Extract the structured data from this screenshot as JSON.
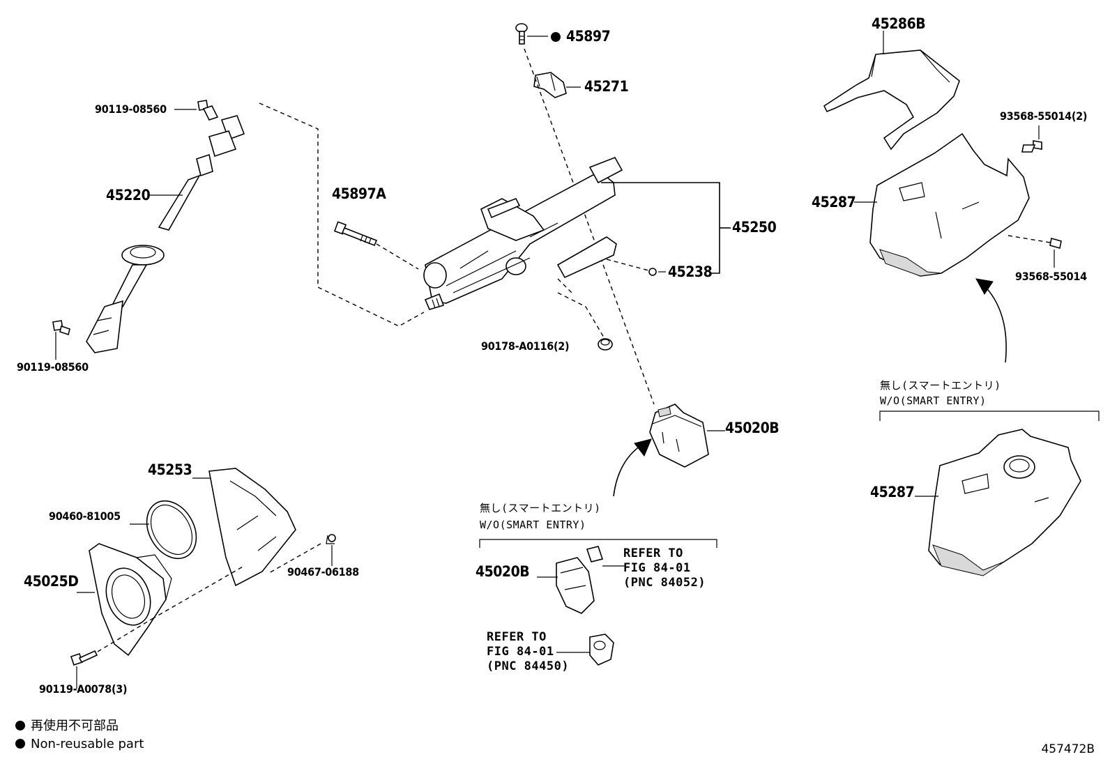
{
  "labels": {
    "p45897": "45897",
    "p45271": "45271",
    "p45286B": "45286B",
    "p93568_55014_2": "93568-55014(2)",
    "p45287_top": "45287",
    "p93568_55014": "93568-55014",
    "p90119_08560_top": "90119-08560",
    "p45220": "45220",
    "p90119_08560_bottom": "90119-08560",
    "p45897A": "45897A",
    "p45250": "45250",
    "p45238": "45238",
    "p90178_A0116_2": "90178-A0116(2)",
    "p45020B_top": "45020B",
    "p45253": "45253",
    "p90460_81005": "90460-81005",
    "p45025D": "45025D",
    "p90467_06188": "90467-06188",
    "p90119_A0078_3": "90119-A0078(3)",
    "p45020B_bottom": "45020B",
    "p45287_bottom": "45287"
  },
  "refs": {
    "ref1_line1": "REFER TO",
    "ref1_line2": "FIG 84-01",
    "ref1_line3": "(PNC 84052)",
    "ref2_line1": "REFER TO",
    "ref2_line2": "FIG 84-01",
    "ref2_line3": "(PNC 84450)"
  },
  "notes": {
    "wo_smart_entry_jp_center": "無し(スマートエントリ)",
    "wo_smart_entry_en_center": "W/O(SMART ENTRY)",
    "wo_smart_entry_jp_right": "無し(スマートエントリ)",
    "wo_smart_entry_en_right": "W/O(SMART ENTRY)"
  },
  "legend": {
    "jp": "再使用不可部品",
    "en": "Non-reusable part"
  },
  "illustration_id": "457472B"
}
